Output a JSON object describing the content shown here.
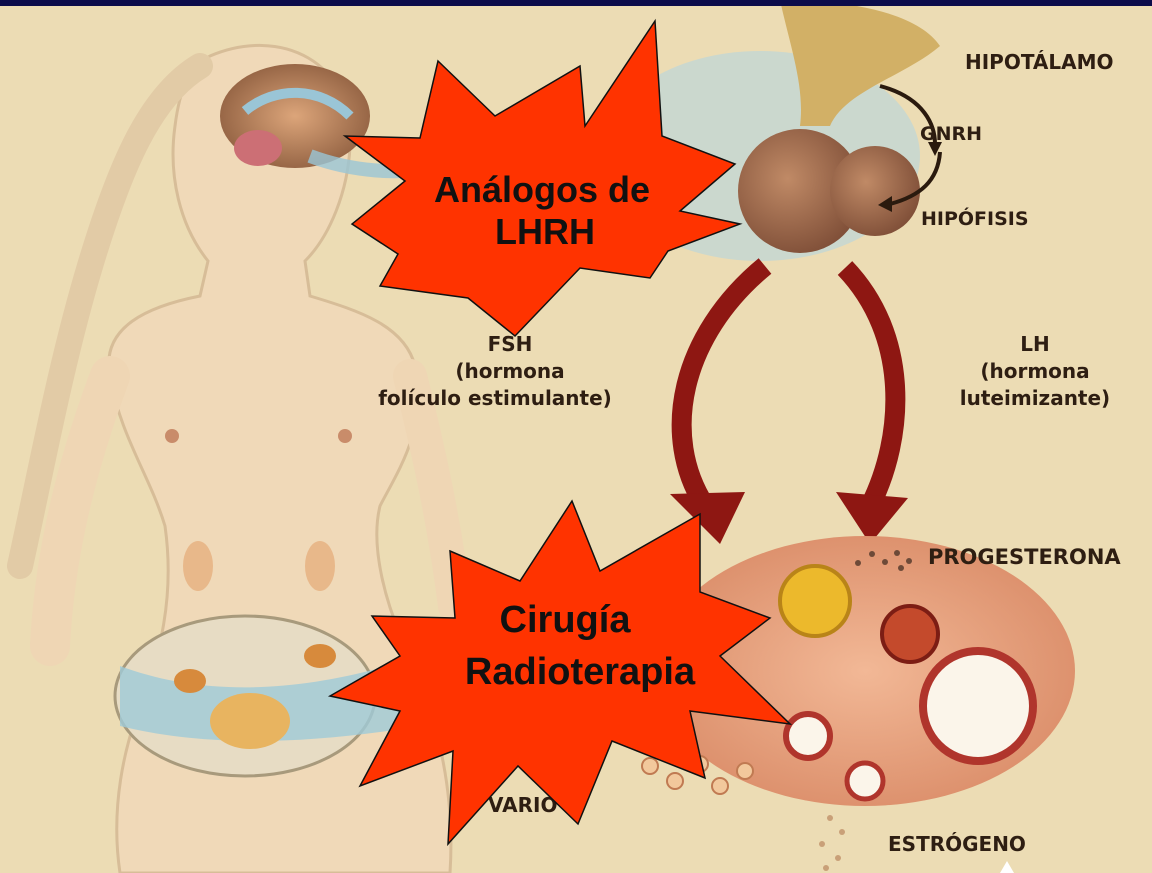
{
  "labels": {
    "hipotalamo": "HIPOTÁLAMO",
    "gnrh": "GNRH",
    "hipofisis": "HIPÓFISIS",
    "fsh": {
      "line1": "FSH",
      "line2": "(hormona",
      "line3": "folículo estimulante)"
    },
    "lh": {
      "line1": "LH",
      "line2": "(hormona",
      "line3": "luteimizante)"
    },
    "progesterona": "PROGESTERONA",
    "ovario": "VARIO",
    "estrogeno": "ESTRÓGENO"
  },
  "bursts": {
    "top": {
      "line1": "Análogos de",
      "line2": "LHRH"
    },
    "bottom": {
      "line1": "Cirugía",
      "line2": "Radioterapia"
    }
  },
  "colors": {
    "background": "#ecdcb4",
    "frame": "#0c0c4a",
    "burst_fill": "#ff3300",
    "arrow": "#8e1712",
    "ovary": "#eba783",
    "skin": "#f0d9b8",
    "pituitary": "#a86e4c"
  }
}
